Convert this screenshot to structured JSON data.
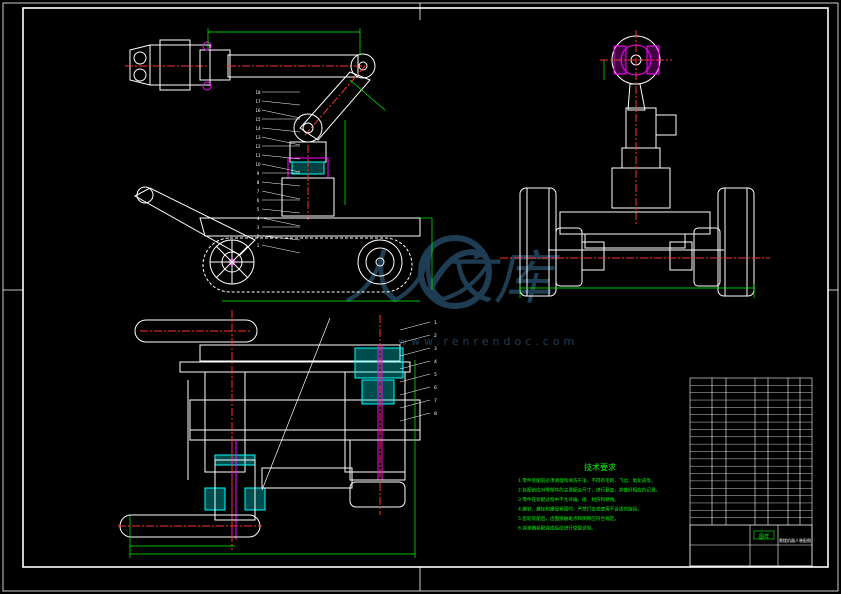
{
  "drawing": {
    "background": "#000000",
    "frame_color": "#ffffff",
    "part_color": "#ffffff",
    "dim_color": "#00ff00",
    "center_color": "#ff3030",
    "hatch_color": "#00ffff",
    "accent_color": "#ff00ff",
    "leader_color": "#ffffff"
  },
  "tech_requirements": {
    "title": "技术要求",
    "lines": [
      "1.零件装配前必须清理和清洗干净，不得有毛刺、飞边、氧化皮等。",
      "2.装配前应对零部件的主要配合尺寸，进行复查，并做好相应的记录。",
      "3.零件在装配过程中不允许磕、碰、划伤和锈蚀。",
      "4.螺钉、螺栓和螺母紧固时，严禁打击或使用不合适的旋具。",
      "5.齿轮装配后，齿面接触斑点和侧隙应符合规定。",
      "6.减速器装配完成后应进行空载试验。"
    ]
  },
  "title_block": {
    "label": "图样",
    "drawing_name": "爬楼机器人装配图"
  },
  "watermark": {
    "chars": "人人文库",
    "url": "www.renrendoc.com"
  },
  "balloons": {
    "top_view": [
      "18",
      "17",
      "16",
      "15",
      "14",
      "13",
      "12",
      "11",
      "10",
      "9",
      "8",
      "7",
      "6",
      "5",
      "4",
      "3",
      "2",
      "1"
    ],
    "bottom_view": [
      "1",
      "2",
      "3",
      "4",
      "5",
      "6",
      "7",
      "8"
    ]
  }
}
